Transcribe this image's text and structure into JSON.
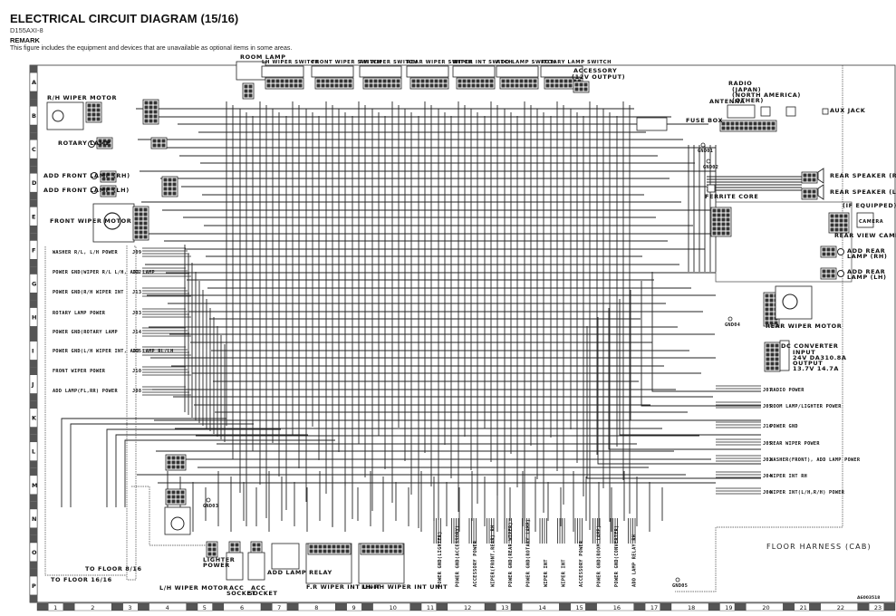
{
  "header": {
    "title": "ELECTRICAL CIRCUIT DIAGRAM (15/16)",
    "model": "D155AXI-8",
    "remark_label": "REMARK",
    "remark_text": "This figure includes the equipment and devices that are unavailable as optional items in some areas."
  },
  "grid": {
    "rows": [
      "A",
      "B",
      "C",
      "D",
      "E",
      "F",
      "G",
      "H",
      "I",
      "J",
      "K",
      "L",
      "M",
      "N",
      "O",
      "P"
    ],
    "columns": [
      "1",
      "2",
      "3",
      "4",
      "5",
      "6",
      "7",
      "8",
      "9",
      "10",
      "11",
      "12",
      "13",
      "14",
      "15",
      "16",
      "17",
      "18",
      "19",
      "20",
      "21",
      "22",
      "23"
    ]
  },
  "components": {
    "room_lamp": "ROOM LAMP",
    "top_switches": [
      "LH WIPER SWITCH",
      "FRONT WIPER SWITCH",
      "RH WIPER SWITCH",
      "REAR WIPER SWITCH",
      "WIPER INT SWITCH",
      "ADD LAMP SWITCH",
      "ROTARY LAMP SWITCH"
    ],
    "accessory": [
      "ACCESSORY",
      "(12V OUTPUT)"
    ],
    "rh_wiper_motor": "R/H WIPER MOTOR",
    "rotary_lamp": "ROTARY LAMP",
    "add_front_lamp_rh": "ADD FRONT LAMP (RH)",
    "add_front_lamp_lh": "ADD FRONT LAMP (LH)",
    "front_wiper_motor": "FRONT WIPER MOTOR",
    "fuse_box": "FUSE BOX",
    "radio": [
      "RADIO",
      "(JAPAN)",
      "(NORTH AMERICA)",
      "(OTHER)"
    ],
    "antenna": "ANTENNA",
    "aux_jack": "AUX JACK",
    "rear_speaker_rh": "REAR SPEAKER (RH)",
    "rear_speaker_lh": "REAR SPEAKER (LH)",
    "ferrite_core": "FERRITE CORE",
    "if_equipped": "(IF EQUIPPED)",
    "rear_view_camera": "REAR VIEW CAMERA",
    "camera": "CAMERA",
    "add_rear_lamp_rh": [
      "ADD REAR",
      "LAMP (RH)"
    ],
    "add_rear_lamp_lh": [
      "ADD REAR",
      "LAMP (LH)"
    ],
    "rear_wiper_motor": "REAR WIPER MOTOR",
    "dc_converter": [
      "DC CONVERTER",
      "INPUT",
      "24V DA310.8A",
      "OUTPUT",
      "13.7V 14.7A"
    ],
    "converter": "CONVERTER",
    "lh_wiper_motor": "L/H WIPER MOTOR",
    "lighter_power": [
      "LIGHTER",
      "POWER"
    ],
    "acc_socket_1": [
      "ACC",
      "SOCKET"
    ],
    "acc_socket_2": [
      "ACC",
      "SOCKET"
    ],
    "add_lamp_relay": "ADD LAMP RELAY",
    "fr_wiper_int_unit": "F.R WIPER INT UNIT",
    "lh_rh_wiper_int_unit": "LH-RH WIPER INT UNIT",
    "to_floor_1": "TO FLOOR 16/16",
    "to_floor_2": "TO FLOOR 8/16",
    "floor_harness": "FLOOR HARNESS (CAB)",
    "figure_code": "A6003518"
  },
  "left_splices": [
    {
      "label": "WASHER R/L, L/H POWER",
      "code": "J09"
    },
    {
      "label": "POWER GND(WIPER R/L L/H, ADD LAMP",
      "code": "J12"
    },
    {
      "label": "POWER GND(R/H WIPER INT",
      "code": "J13"
    },
    {
      "label": "ROTARY LAMP POWER",
      "code": "J03"
    },
    {
      "label": "POWER GND(ROTARY LAMP",
      "code": "J14"
    },
    {
      "label": "POWER GND(L/H WIPER INT, ADD LAMP RL/LH",
      "code": "J15"
    },
    {
      "label": "FRONT WIPER POWER",
      "code": "J10"
    },
    {
      "label": "ADD LAMP(FL,RR) POWER",
      "code": "J08"
    }
  ],
  "right_splices": [
    {
      "label": "RADIO POWER",
      "code": "J07"
    },
    {
      "label": "ROOM LAMP/LIGHTER POWER",
      "code": "J05"
    },
    {
      "label": "POWER GND",
      "code": "J16"
    },
    {
      "label": "REAR WIPER POWER",
      "code": "J05"
    },
    {
      "label": "WASHER(FRONT), ADD LAMP POWER",
      "code": "J02"
    },
    {
      "label": "WIPER INT RH",
      "code": "J04"
    },
    {
      "label": "WIPER INT(L/H,R/H) POWER",
      "code": "J06"
    }
  ],
  "bottom_splices": [
    "POWER GND(LIGHTER)",
    "POWER GND(ACCESSORY)",
    "ACCESSORY POWER",
    "WIPER(FRONT,REAR) RH",
    "POWER GND(REAR WIPER)",
    "POWER GND(ROTARY LAMP)",
    "WIPER INT",
    "WIPER INT",
    "ACCESSORY POWER",
    "POWER GND(ROOM LAMP)",
    "POWER GND(CONVERTER)",
    "ADD LAMP RELAY RH"
  ],
  "grounds": [
    "GND01",
    "GND02",
    "GND03",
    "GND04",
    "GND05"
  ]
}
